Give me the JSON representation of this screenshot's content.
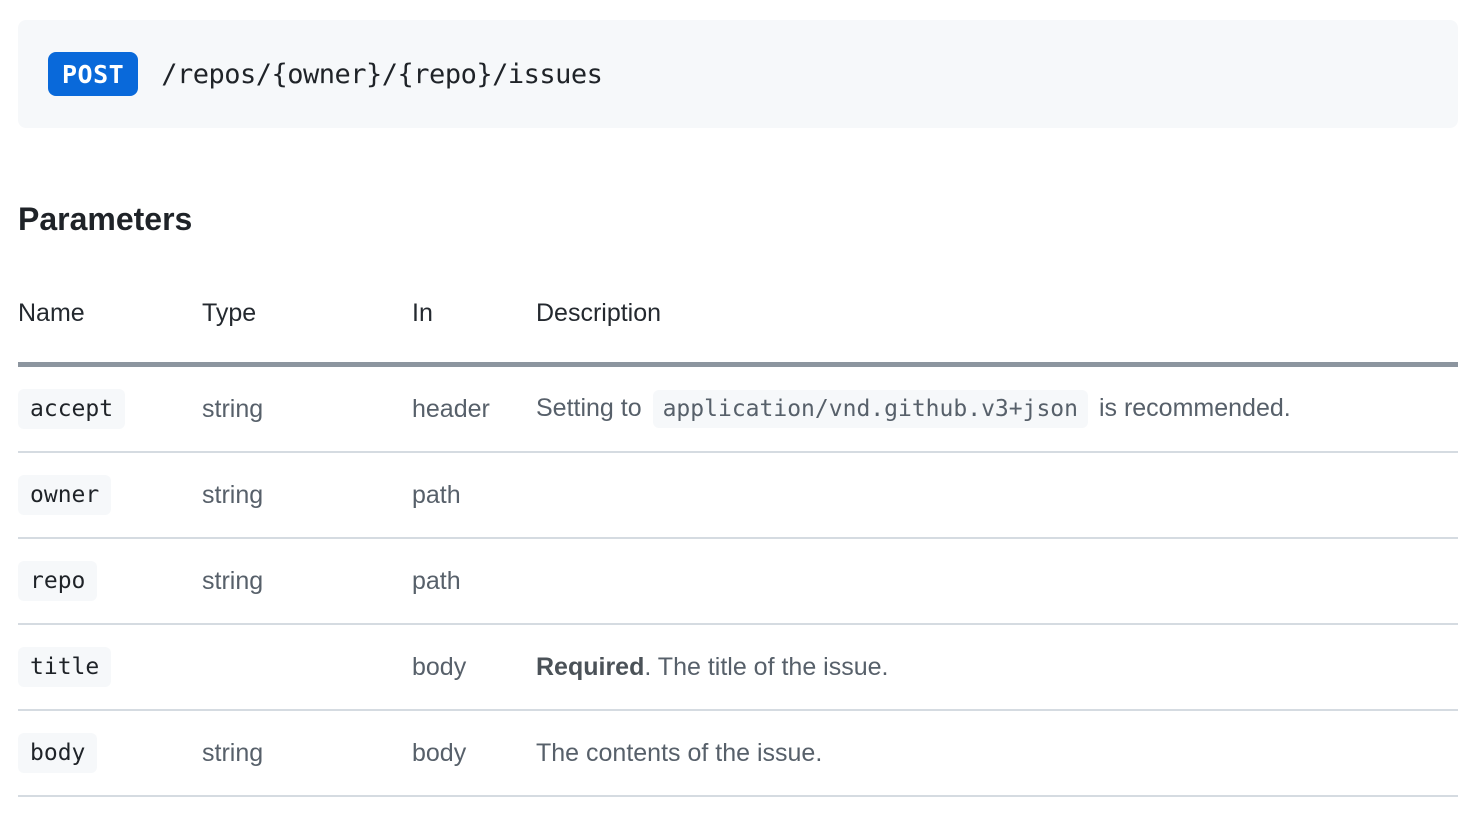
{
  "endpoint": {
    "method": "POST",
    "path": "/repos/{owner}/{repo}/issues"
  },
  "section": {
    "heading": "Parameters"
  },
  "table": {
    "columns": [
      {
        "label": "Name"
      },
      {
        "label": "Type"
      },
      {
        "label": "In"
      },
      {
        "label": "Description"
      }
    ],
    "rows": [
      {
        "name": "accept",
        "type": "string",
        "in": "header",
        "description": [
          {
            "style": "plain",
            "text": "Setting to "
          },
          {
            "style": "code",
            "text": "application/vnd.github.v3+json"
          },
          {
            "style": "plain",
            "text": " is recommended."
          }
        ]
      },
      {
        "name": "owner",
        "type": "string",
        "in": "path",
        "description": []
      },
      {
        "name": "repo",
        "type": "string",
        "in": "path",
        "description": []
      },
      {
        "name": "title",
        "type": "",
        "in": "body",
        "description": [
          {
            "style": "bold",
            "text": "Required"
          },
          {
            "style": "plain",
            "text": ". The title of the issue."
          }
        ]
      },
      {
        "name": "body",
        "type": "string",
        "in": "body",
        "description": [
          {
            "style": "plain",
            "text": "The contents of the issue."
          }
        ]
      }
    ]
  },
  "colors": {
    "method_badge_bg": "#0969da",
    "method_badge_text": "#ffffff",
    "panel_bg": "#f6f8fa",
    "code_chip_bg": "#f6f8fa",
    "heading_text": "#1f2328",
    "header_text": "#24292f",
    "cell_text": "#57606a",
    "thead_border": "#8c959f",
    "row_border": "#d5dbe1"
  }
}
